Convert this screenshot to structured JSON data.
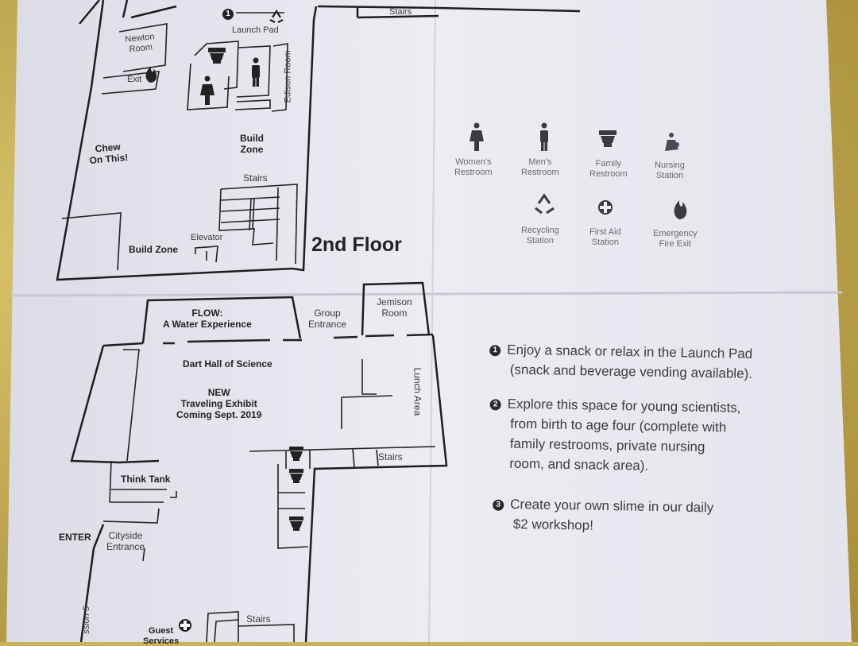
{
  "floor_title": "2nd Floor",
  "upper_rooms": {
    "newton_room": "Newton\nRoom",
    "exit": "Exit",
    "launch_pad": "Launch Pad",
    "launch_pad_marker": "1",
    "edison_room": "Edison Room",
    "chew_on_this": "Chew\nOn This!",
    "build_zone_center": "Build\nZone",
    "stairs_top": "Stairs",
    "stairs_mid": "Stairs",
    "elevator": "Elevator",
    "build_zone_left": "Build Zone"
  },
  "lower_rooms": {
    "flow": "FLOW:\nA Water Experience",
    "group_entrance": "Group\nEntrance",
    "jemison_room": "Jemison\nRoom",
    "dart_hall": "Dart Hall of Science",
    "traveling_exhibit": "NEW\nTraveling Exhibit\nComing Sept. 2019",
    "lunch_area": "Lunch Area",
    "stairs_right": "Stairs",
    "think_tank": "Think Tank",
    "enter": "ENTER",
    "cityside_entrance": "Cityside\nEntrance",
    "guest_services": "Guest\nServices",
    "stairs_bottom": "Stairs",
    "session_partial": "ssion 5"
  },
  "legend": [
    {
      "label": "Women's\nRestroom",
      "icon": "woman-icon"
    },
    {
      "label": "Men's\nRestroom",
      "icon": "man-icon"
    },
    {
      "label": "Family\nRestroom",
      "icon": "toilet-icon"
    },
    {
      "label": "Nursing\nStation",
      "icon": "nursing-icon"
    },
    {
      "label": "Recycling\nStation",
      "icon": "recycling-icon"
    },
    {
      "label": "First Aid\nStation",
      "icon": "first-aid-icon"
    },
    {
      "label": "Emergency\nFire Exit",
      "icon": "fire-icon"
    }
  ],
  "notes": [
    {
      "num": "1",
      "line1": "Enjoy a snack or relax in the Launch Pad",
      "line2": "(snack and beverage vending available)."
    },
    {
      "num": "2",
      "line1": "Explore this space for young scientists,",
      "line2": "from birth to age four (complete with",
      "line3": "family restrooms, private nursing",
      "line4": "room, and snack area)."
    },
    {
      "num": "3",
      "line1": "Create your own slime in our daily",
      "line2": "$2 workshop!"
    }
  ],
  "colors": {
    "paper": "#ebebf2",
    "ink": "#1e1e1e",
    "table": "#c8b058"
  }
}
